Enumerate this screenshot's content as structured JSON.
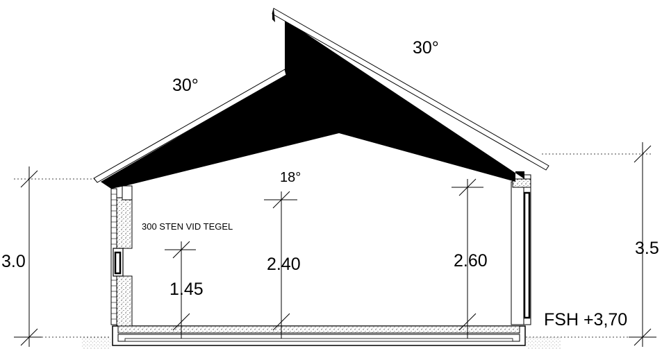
{
  "labels": {
    "angle_left_roof": "30°",
    "angle_right_roof": "30°",
    "angle_ceiling": "18°",
    "note": "300 STEN VID TEGEL",
    "height_left_wall": "3.0",
    "height_right_wall": "3.5",
    "height_window": "1.45",
    "height_ceiling_peak": "2.40",
    "height_ceiling_right": "2.60",
    "floor_level": "FSH +3,70"
  }
}
